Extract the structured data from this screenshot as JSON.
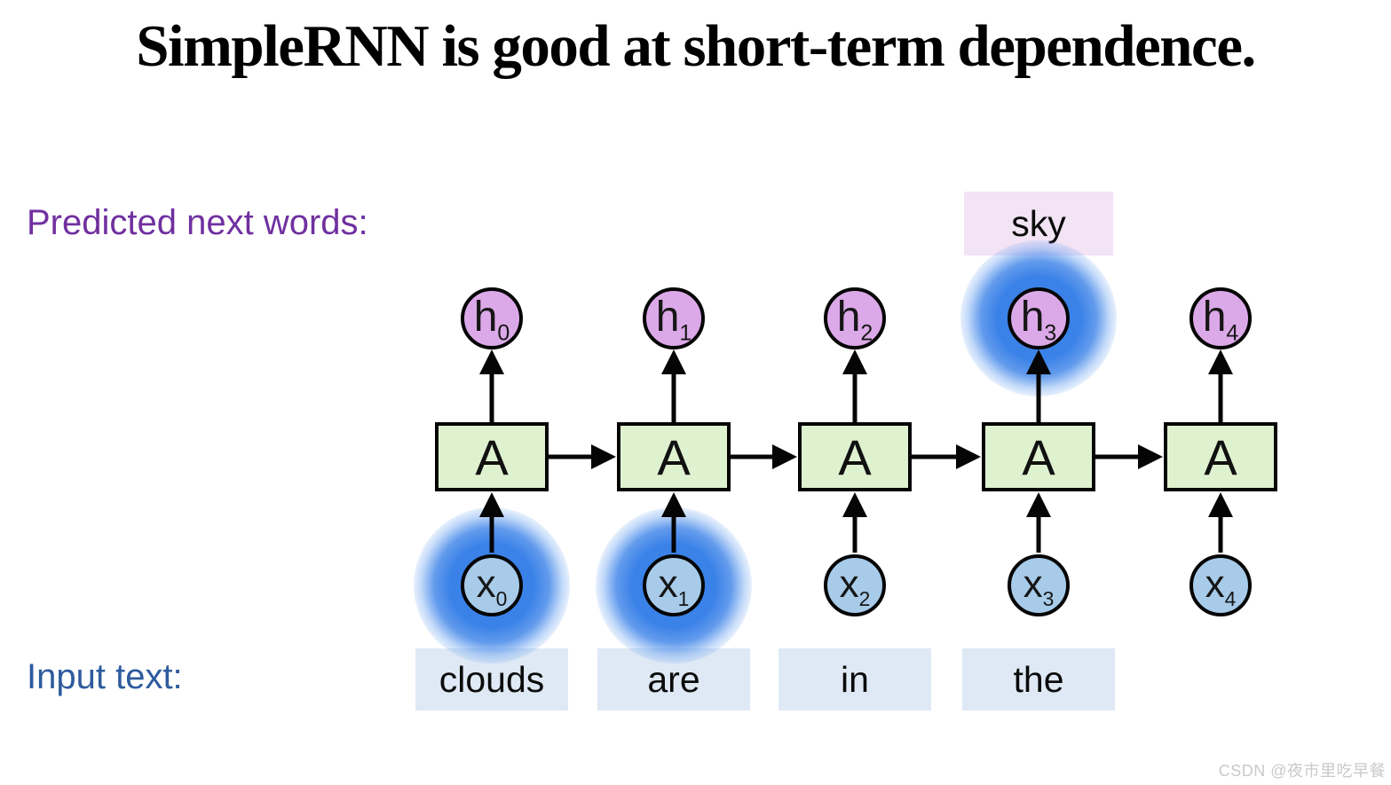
{
  "title": "SimpleRNN is good at short-term dependence.",
  "labels": {
    "predicted": "Predicted next words:",
    "input": "Input text:"
  },
  "prediction_word": "sky",
  "input_words": [
    "clouds",
    "are",
    "in",
    "the"
  ],
  "diagram": {
    "a_label": "A",
    "h_nodes": [
      {
        "main": "h",
        "sub": "0",
        "highlighted": false
      },
      {
        "main": "h",
        "sub": "1",
        "highlighted": false
      },
      {
        "main": "h",
        "sub": "2",
        "highlighted": false
      },
      {
        "main": "h",
        "sub": "3",
        "highlighted": true
      },
      {
        "main": "h",
        "sub": "4",
        "highlighted": false
      }
    ],
    "x_nodes": [
      {
        "main": "x",
        "sub": "0",
        "highlighted": true
      },
      {
        "main": "x",
        "sub": "1",
        "highlighted": true
      },
      {
        "main": "x",
        "sub": "2",
        "highlighted": false
      },
      {
        "main": "x",
        "sub": "3",
        "highlighted": false
      },
      {
        "main": "x",
        "sub": "4",
        "highlighted": false
      }
    ]
  },
  "colors": {
    "h_node_fill": "#DCA9E8",
    "x_node_fill": "#A7CBE9",
    "a_box_fill": "#DFF2D0",
    "sky_box_fill": "#F2E3F5",
    "word_box_fill": "#DEE9F5",
    "predicted_label_text": "#7030A0",
    "input_label_text": "#2E5B9E",
    "highlight_glow": "#3B82E8",
    "stroke": "#050505"
  },
  "watermark": "CSDN @夜市里吃早餐"
}
